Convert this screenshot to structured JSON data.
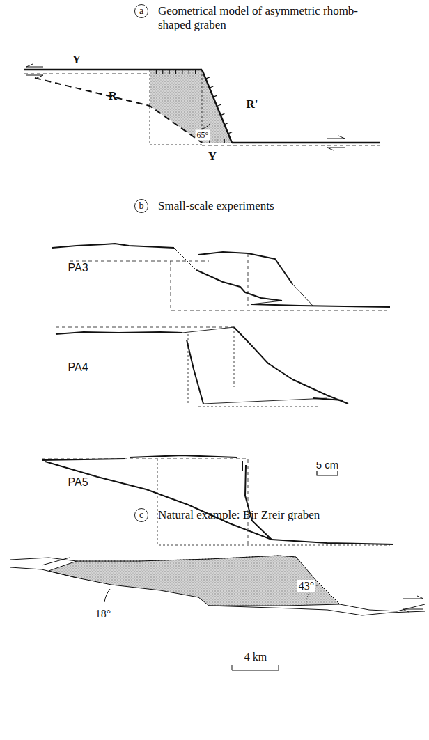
{
  "diagram": {
    "nodes": [
      {
        "text": [
          "a",
          "Geometrical model of asymmetric rhomb-shaped graben"
        ]
      },
      {
        "text": [
          "b",
          "Small-scale experiments"
        ]
      },
      {
        "text": [
          "c",
          "Natural example: Bir Zreir graben"
        ]
      }
    ],
    "labels": [
      "Y",
      "R",
      "R'",
      "65°",
      "Y",
      "PA3",
      "PA4",
      "PA5",
      "5 cm",
      "18°",
      "43°",
      "4 km"
    ]
  }
}
